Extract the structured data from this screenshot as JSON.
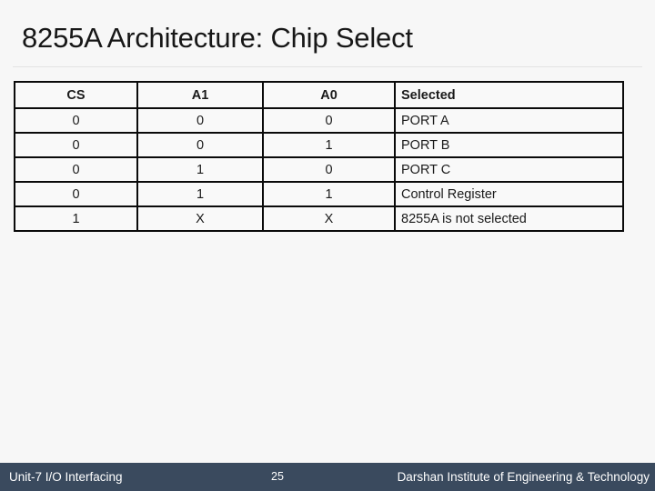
{
  "slide": {
    "title": "8255A Architecture: Chip Select",
    "background_color": "#f7f7f7"
  },
  "table": {
    "headers": [
      "CS",
      "A1",
      "A0",
      "Selected"
    ],
    "rows": [
      {
        "cs": "0",
        "a1": "0",
        "a0": "0",
        "selected": "PORT A"
      },
      {
        "cs": "0",
        "a1": "0",
        "a0": "1",
        "selected": "PORT B"
      },
      {
        "cs": "0",
        "a1": "1",
        "a0": "0",
        "selected": "PORT C"
      },
      {
        "cs": "0",
        "a1": "1",
        "a0": "1",
        "selected": "Control Register"
      },
      {
        "cs": "1",
        "a1": "X",
        "a0": "X",
        "selected": "8255A is not selected"
      }
    ]
  },
  "footer": {
    "unit_label": "Unit-7 I/O Interfacing",
    "page_number": "25",
    "institute": "Darshan Institute of Engineering & Technology",
    "bar_color": "#3a4a5e"
  }
}
